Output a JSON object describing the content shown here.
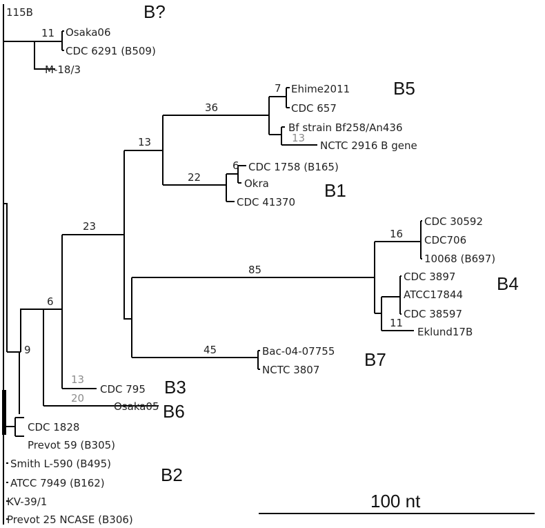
{
  "tips": {
    "115B": "115B",
    "Osaka06": "Osaka06",
    "CDC6291": "CDC 6291 (B509)",
    "M18_3": "M-18/3",
    "Ehime2011": "Ehime2011",
    "CDC657": "CDC 657",
    "Bf258": "Bf strain Bf258/An436",
    "NCTC2916": "NCTC 2916 B gene",
    "CDC1758": "CDC 1758 (B165)",
    "Okra": "Okra",
    "CDC41370": "CDC 41370",
    "CDC30592": "CDC 30592",
    "CDC706": "CDC706",
    "B697": "10068 (B697)",
    "CDC3897": "CDC 3897",
    "ATCC17844": "ATCC17844",
    "CDC38597": "CDC 38597",
    "Eklund17B": "Eklund17B",
    "Bac0407755": "Bac-04-07755",
    "NCTC3807": "NCTC 3807",
    "CDC795": "CDC 795",
    "Osaka05": "Osaka05",
    "CDC1828": "CDC 1828",
    "Prevot59": "Prevot 59 (B305)",
    "SmithL590": "Smith L-590 (B495)",
    "ATCC7949": "ATCC 7949 (B162)",
    "KV39_1": "KV-39/1",
    "Prevot25": "Prevot 25 NCASE  (B306)"
  },
  "support": {
    "osaka06_cdc6291": "11",
    "ehime_cdc657": "7",
    "b5_clade": "36",
    "bf258_nctc2916": "13",
    "b5_b1": "13",
    "cdc1758_okra": "6",
    "b1_clade": "22",
    "b4_b7_b5_b1": "23",
    "b4_clade": "85",
    "b4_top": "16",
    "b4_bottom": "11",
    "b7_clade": "45",
    "b3_group": "6",
    "cdc795": "13",
    "osaka05": "20",
    "b6_b3_group": "9"
  },
  "clades": {
    "b_unknown": "B?",
    "b5": "B5",
    "b1": "B1",
    "b4": "B4",
    "b7": "B7",
    "b3": "B3",
    "b6": "B6",
    "b2": "B2"
  },
  "scale_bar": {
    "label": "100 nt"
  },
  "colors": {
    "branch": "#000000",
    "label": "#222222",
    "grey_support": "#8c8c8c"
  }
}
